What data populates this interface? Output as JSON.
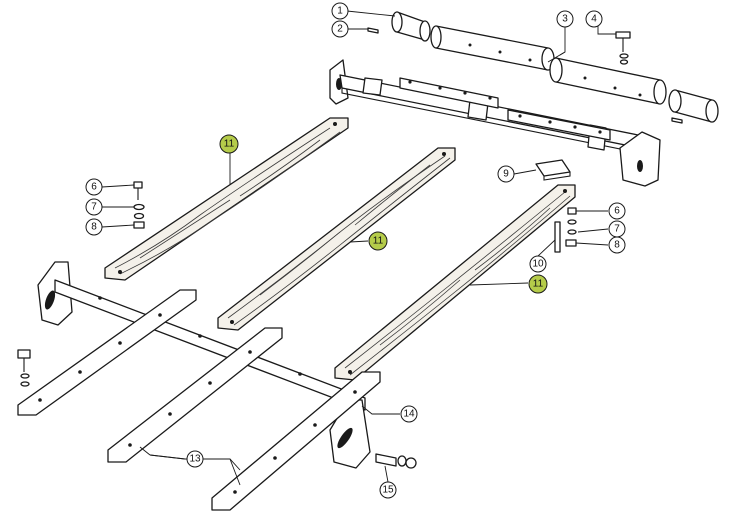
{
  "callouts": [
    {
      "id": "c1",
      "label": "1",
      "highlight": false
    },
    {
      "id": "c2",
      "label": "2",
      "highlight": false
    },
    {
      "id": "c3",
      "label": "3",
      "highlight": false
    },
    {
      "id": "c4",
      "label": "4",
      "highlight": false
    },
    {
      "id": "c6a",
      "label": "6",
      "highlight": false
    },
    {
      "id": "c7a",
      "label": "7",
      "highlight": false
    },
    {
      "id": "c8a",
      "label": "8",
      "highlight": false
    },
    {
      "id": "c9",
      "label": "9",
      "highlight": false
    },
    {
      "id": "c10",
      "label": "10",
      "highlight": false
    },
    {
      "id": "c11a",
      "label": "11",
      "highlight": true
    },
    {
      "id": "c11b",
      "label": "11",
      "highlight": true
    },
    {
      "id": "c11c",
      "label": "11",
      "highlight": true
    },
    {
      "id": "c6b",
      "label": "6",
      "highlight": false
    },
    {
      "id": "c7b",
      "label": "7",
      "highlight": false
    },
    {
      "id": "c8b",
      "label": "8",
      "highlight": false
    },
    {
      "id": "c13",
      "label": "13",
      "highlight": false
    },
    {
      "id": "c14",
      "label": "14",
      "highlight": false
    },
    {
      "id": "c15",
      "label": "15",
      "highlight": false
    }
  ],
  "colors": {
    "highlight_fill": "#b5cc4a",
    "normal_fill": "#ffffff",
    "line": "#1a1a1a",
    "wood": "#f4f1ea"
  }
}
